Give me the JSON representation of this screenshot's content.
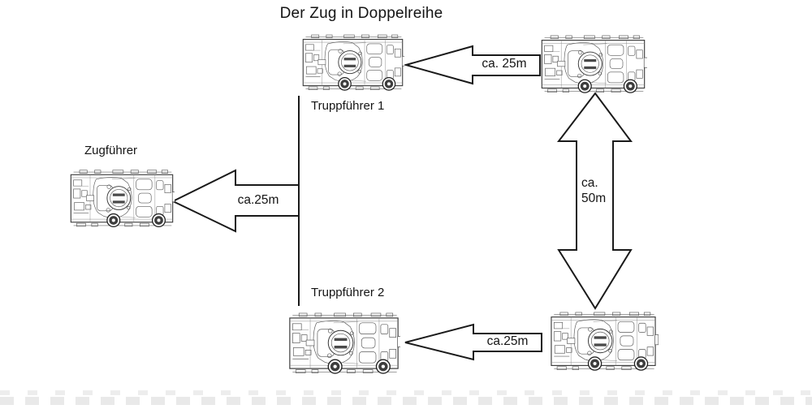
{
  "title": "Der Zug in Doppelreihe",
  "roles": {
    "zugfuehrer": "Zugführer",
    "truppfuehrer_1": "Truppführer 1",
    "truppfuehrer_2": "Truppführer 2"
  },
  "distances": {
    "top_row_gap": "ca. 25m",
    "zugfuehrer_gap": "ca.25m",
    "bottom_row_gap": "ca.25m",
    "column_gap_line1": "ca.",
    "column_gap_line2": "50m"
  },
  "icons": {
    "vehicle": "tank-top-view-icon",
    "arrow_left": "block-arrow-left-icon",
    "arrow_vertical": "block-arrow-double-vertical-icon"
  },
  "colors": {
    "background": "#ffffff",
    "outline": "#1a1a1a",
    "drawing_stroke": "#555555"
  }
}
